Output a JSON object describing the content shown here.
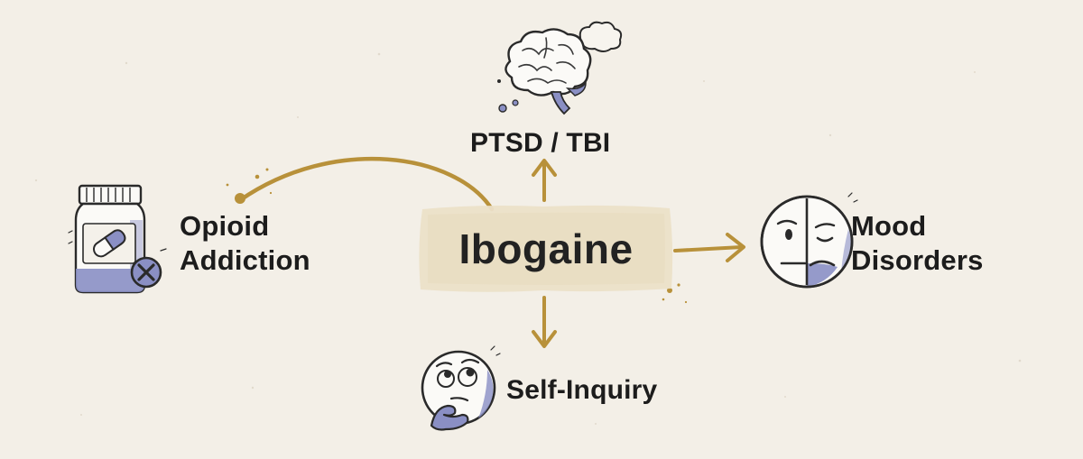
{
  "diagram": {
    "center": {
      "label": "Ibogaine",
      "fill_color": "#ebe0c8"
    },
    "nodes": [
      {
        "id": "ptsd",
        "label": "PTSD / TBI",
        "icon": "brain-thought-bubble-icon"
      },
      {
        "id": "opioid",
        "label_line1": "Opioid",
        "label_line2": "Addiction",
        "icon": "pill-bottle-icon"
      },
      {
        "id": "mood",
        "label_line1": "Mood",
        "label_line2": "Disorders",
        "icon": "split-face-icon"
      },
      {
        "id": "self",
        "label": "Self-Inquiry",
        "icon": "thinking-face-icon"
      }
    ],
    "edges": [
      {
        "from": "center",
        "to": "ptsd",
        "style": "arrow"
      },
      {
        "from": "center",
        "to": "opioid",
        "style": "curved-line"
      },
      {
        "from": "center",
        "to": "mood",
        "style": "arrow"
      },
      {
        "from": "center",
        "to": "self",
        "style": "arrow"
      }
    ],
    "colors": {
      "background": "#f3efe7",
      "arrow": "#b8913a",
      "ink": "#1d1d1d",
      "accent_purple": "#8a8fc4"
    }
  }
}
